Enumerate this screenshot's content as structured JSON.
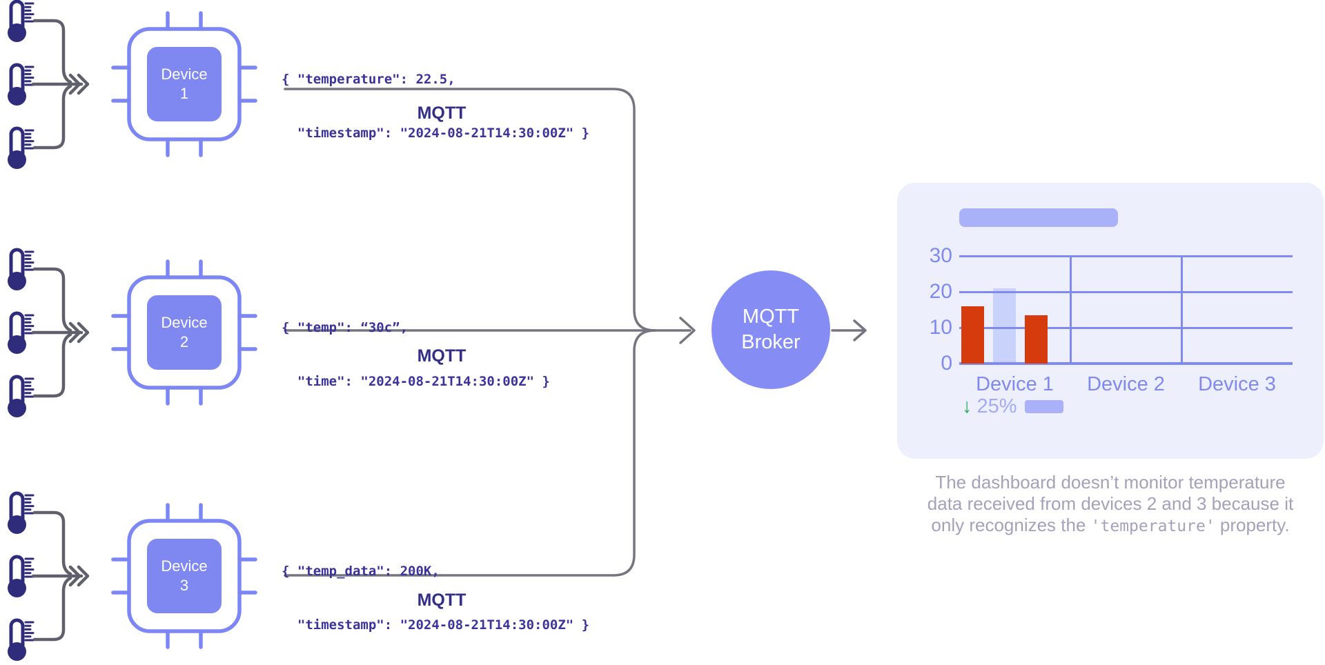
{
  "palette": {
    "thermometer_indigo": "#302c7c",
    "chip_stroke": "#7c86f4",
    "chip_fill": "#7e88f0",
    "broker_fill": "#858df5",
    "payload_text": "#3b329b",
    "mqtt_label": "#332f85",
    "merge_gray": "#60606c",
    "trunk_gray": "#75757f",
    "card_bg": "#edf0fc",
    "chart_accent": "#8089ef",
    "bar_red": "#d63b0e",
    "bar_muted": "#c9d2fa",
    "placeholder": "#a9b2f8",
    "stat_green": "#1cab50",
    "stat_text": "#a3abf3",
    "caption_text": "#a4a1b8"
  },
  "sensors": {
    "icon": "thermometer-icon",
    "groups": 3,
    "per_group": 3
  },
  "devices": [
    {
      "name": "Device 1",
      "payload": [
        "{ \"temperature\": 22.5,",
        "  \"timestamp\": \"2024-08-21T14:30:00Z\" }"
      ],
      "protocol": "MQTT"
    },
    {
      "name": "Device 2",
      "payload": [
        "{ \"temp\": “30c”,",
        "  \"time\": \"2024-08-21T14:30:00Z\" }"
      ],
      "protocol": "MQTT"
    },
    {
      "name": "Device 3",
      "payload": [
        "{ \"temp_data\": 200K,",
        "  \"timestamp\": \"2024-08-21T14:30:00Z\" }"
      ],
      "protocol": "MQTT"
    }
  ],
  "broker": {
    "line1": "MQTT",
    "line2": "Broker"
  },
  "dashboard": {
    "stat": {
      "arrow": "↓",
      "direction": "down",
      "value": "25%"
    }
  },
  "chart_data": {
    "type": "bar",
    "title": "",
    "categories": [
      "Device 1",
      "Device 2",
      "Device 3"
    ],
    "series": [
      {
        "name": "reading-a",
        "color": "#d63b0e",
        "muted": false,
        "values": [
          16,
          0,
          0
        ]
      },
      {
        "name": "reading-b",
        "color": "#c9d2fa",
        "muted": true,
        "values": [
          21,
          0,
          0
        ]
      },
      {
        "name": "reading-c",
        "color": "#d63b0e",
        "muted": false,
        "values": [
          13.5,
          0,
          0
        ]
      }
    ],
    "ylim": [
      0,
      30
    ],
    "yticks": [
      30,
      20,
      10,
      0
    ],
    "grid": true,
    "legend": false,
    "note": "Only Device 1 shows bars; devices 2 and 3 columns are empty"
  },
  "caption": {
    "line1": "The dashboard doesn’t monitor temperature",
    "line2": "data received from devices 2 and 3 because it",
    "line3_before": "only recognizes the ",
    "line3_code": "'temperature'",
    "line3_after": " property."
  }
}
